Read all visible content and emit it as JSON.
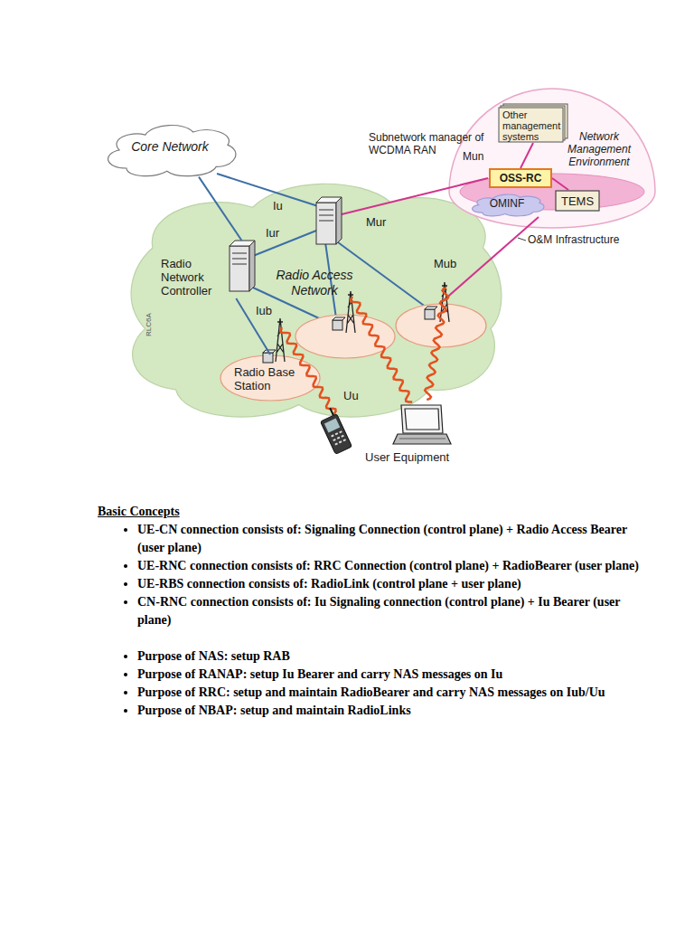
{
  "diagram": {
    "nodes": [
      {
        "text": [
          "Core Network"
        ]
      },
      {
        "text": [
          "Radio Access Network"
        ]
      },
      {
        "text": [
          "Radio Network Controller"
        ],
        "in": 1
      },
      {
        "text": [
          "Radio Base Station"
        ],
        "in": 1
      },
      {
        "text": [
          "Network Management Environment"
        ]
      },
      {
        "text": [
          "Other management systems"
        ],
        "in": 4
      },
      {
        "text": [
          "OSS-RC"
        ],
        "in": 4
      },
      {
        "text": [
          "OMINF"
        ],
        "in": 4
      },
      {
        "text": [
          "TEMS"
        ],
        "in": 4
      }
    ],
    "edges": [
      {
        "from": 0,
        "to": 2,
        "arrow": "none"
      },
      {
        "from": 2,
        "to": 3,
        "label": "Iub",
        "arrow": "none"
      },
      {
        "from": 6,
        "to": 5,
        "label": "Mun",
        "arrow": "none"
      },
      {
        "from": 6,
        "to": 8,
        "arrow": "none"
      }
    ],
    "labels": [
      "Iu",
      "Iur",
      "Mur",
      "Mub",
      "Uu",
      "User Equipment",
      "Subnetwork manager of WCDMA RAN",
      "O&M Infrastructure",
      "RLC6A",
      "Basic Concepts",
      "UE-CN connection consists of: Signaling Connection (control plane) + Radio Access Bearer (user plane)",
      "UE-RNC connection consists of: RRC Connection (control plane) + RadioBearer (user plane)",
      "UE-RBS connection consists of: RadioLink (control plane + user plane)",
      "CN-RNC connection consists of: Iu Signaling connection (control plane) + Iu Bearer (user plane)",
      "Purpose of NAS: setup RAB",
      "Purpose of RANAP: setup Iu Bearer and carry NAS messages on Iu",
      "Purpose of RRC: setup and maintain RadioBearer and carry NAS messages on Iub/Uu",
      "Purpose of NBAP: setup and maintain RadioLinks"
    ]
  }
}
